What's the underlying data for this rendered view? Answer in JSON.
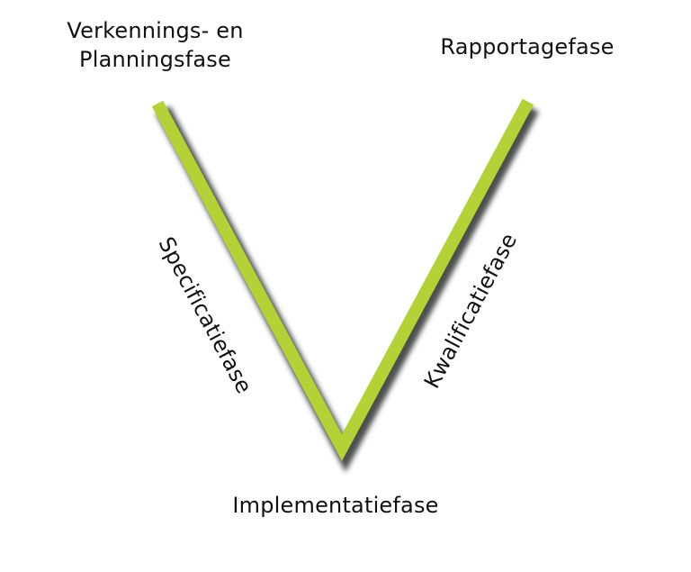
{
  "diagram": {
    "colors": {
      "arm": "#b2d235",
      "shadow": "#3a3a3a",
      "text": "#111111",
      "background": "#ffffff"
    },
    "phases": {
      "top_left_line1": "Verkennings- en",
      "top_left_line2": "Planningsfase",
      "top_right": "Rapportagefase",
      "left_arm": "Specificatiefase",
      "right_arm": "Kwalificatiefase",
      "bottom": "Implementatiefase"
    }
  }
}
